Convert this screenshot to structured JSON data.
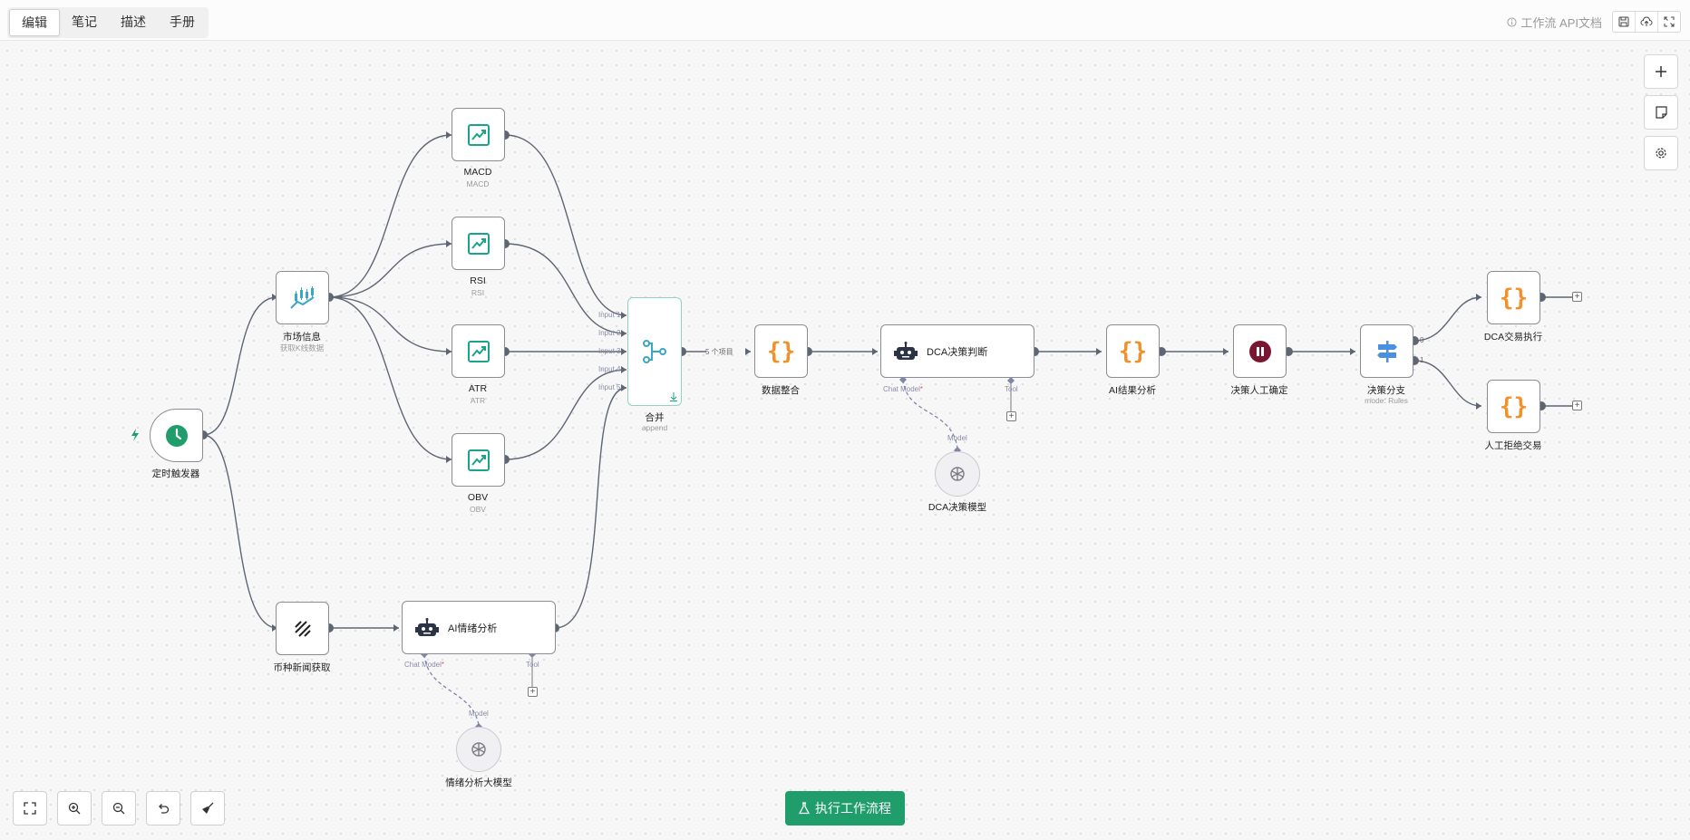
{
  "tabs": [
    {
      "label": "编辑",
      "active": true
    },
    {
      "label": "笔记"
    },
    {
      "label": "描述"
    },
    {
      "label": "手册"
    }
  ],
  "api_doc": "工作流 API文档",
  "run_button": "执行工作流程",
  "nodes": {
    "trigger": {
      "label": "定时触发器"
    },
    "market": {
      "label": "市场信息",
      "sub": "获取K线数据"
    },
    "macd": {
      "label": "MACD",
      "sub": "MACD"
    },
    "rsi": {
      "label": "RSI",
      "sub": "RSI"
    },
    "atr": {
      "label": "ATR",
      "sub": "ATR"
    },
    "obv": {
      "label": "OBV",
      "sub": "OBV"
    },
    "merge": {
      "label": "合并",
      "sub": "append",
      "inputs": [
        "Input 1",
        "Input 2",
        "Input 3",
        "Input 4",
        "Input 5"
      ],
      "items": "5 个项目"
    },
    "integrate": {
      "label": "数据整合"
    },
    "dca_judge": {
      "label": "DCA决策判断",
      "chat_model": "Chat Model",
      "tool": "Tool"
    },
    "dca_model": {
      "label": "DCA决策模型",
      "port": "Model"
    },
    "ai_result": {
      "label": "AI结果分析"
    },
    "manual_confirm": {
      "label": "决策人工确定"
    },
    "branch": {
      "label": "决策分支",
      "sub": "mode: Rules",
      "out0": "0",
      "out1": "1"
    },
    "dca_exec": {
      "label": "DCA交易执行"
    },
    "reject": {
      "label": "人工拒绝交易"
    },
    "news": {
      "label": "币种新闻获取"
    },
    "sentiment": {
      "label": "AI情绪分析",
      "chat_model": "Chat Model",
      "tool": "Tool"
    },
    "sentiment_model": {
      "label": "情绪分析大模型",
      "port": "Model"
    }
  },
  "colors": {
    "accent": "#1f9e6b",
    "edge": "#5f6673",
    "teal_icon": "#1aa38a",
    "orange_icon": "#f0922b",
    "pause": "#7a1730",
    "branch_icon": "#4a8fe0"
  }
}
